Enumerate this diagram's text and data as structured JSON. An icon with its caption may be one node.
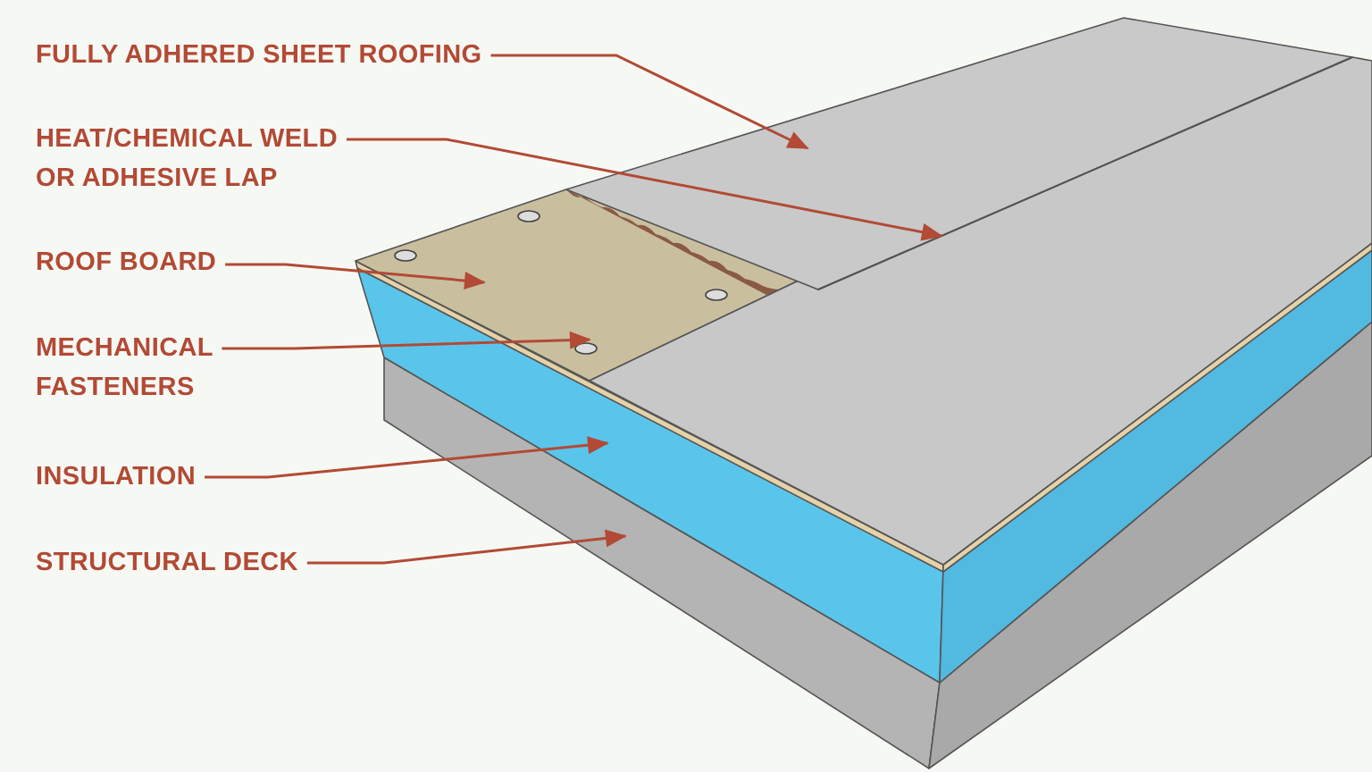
{
  "diagram": {
    "nodes": [
      {
        "text": [
          "FULLY ADHERED SHEET ROOFING"
        ]
      },
      {
        "text": [
          "HEAT/CHEMICAL WELD OR ADHESIVE LAP"
        ]
      },
      {
        "text": [
          "ROOF BOARD"
        ]
      },
      {
        "text": [
          "MECHANICAL FASTENERS"
        ]
      },
      {
        "text": [
          "INSULATION"
        ]
      },
      {
        "text": [
          "STRUCTURAL DECK"
        ]
      }
    ],
    "edges": [
      {
        "from": 0,
        "to": null,
        "arrow": "to"
      },
      {
        "from": 1,
        "to": null,
        "arrow": "to"
      },
      {
        "from": 2,
        "to": null,
        "arrow": "to"
      },
      {
        "from": 3,
        "to": null,
        "arrow": "to"
      },
      {
        "from": 4,
        "to": null,
        "arrow": "to"
      },
      {
        "from": 5,
        "to": null,
        "arrow": "to"
      }
    ]
  }
}
